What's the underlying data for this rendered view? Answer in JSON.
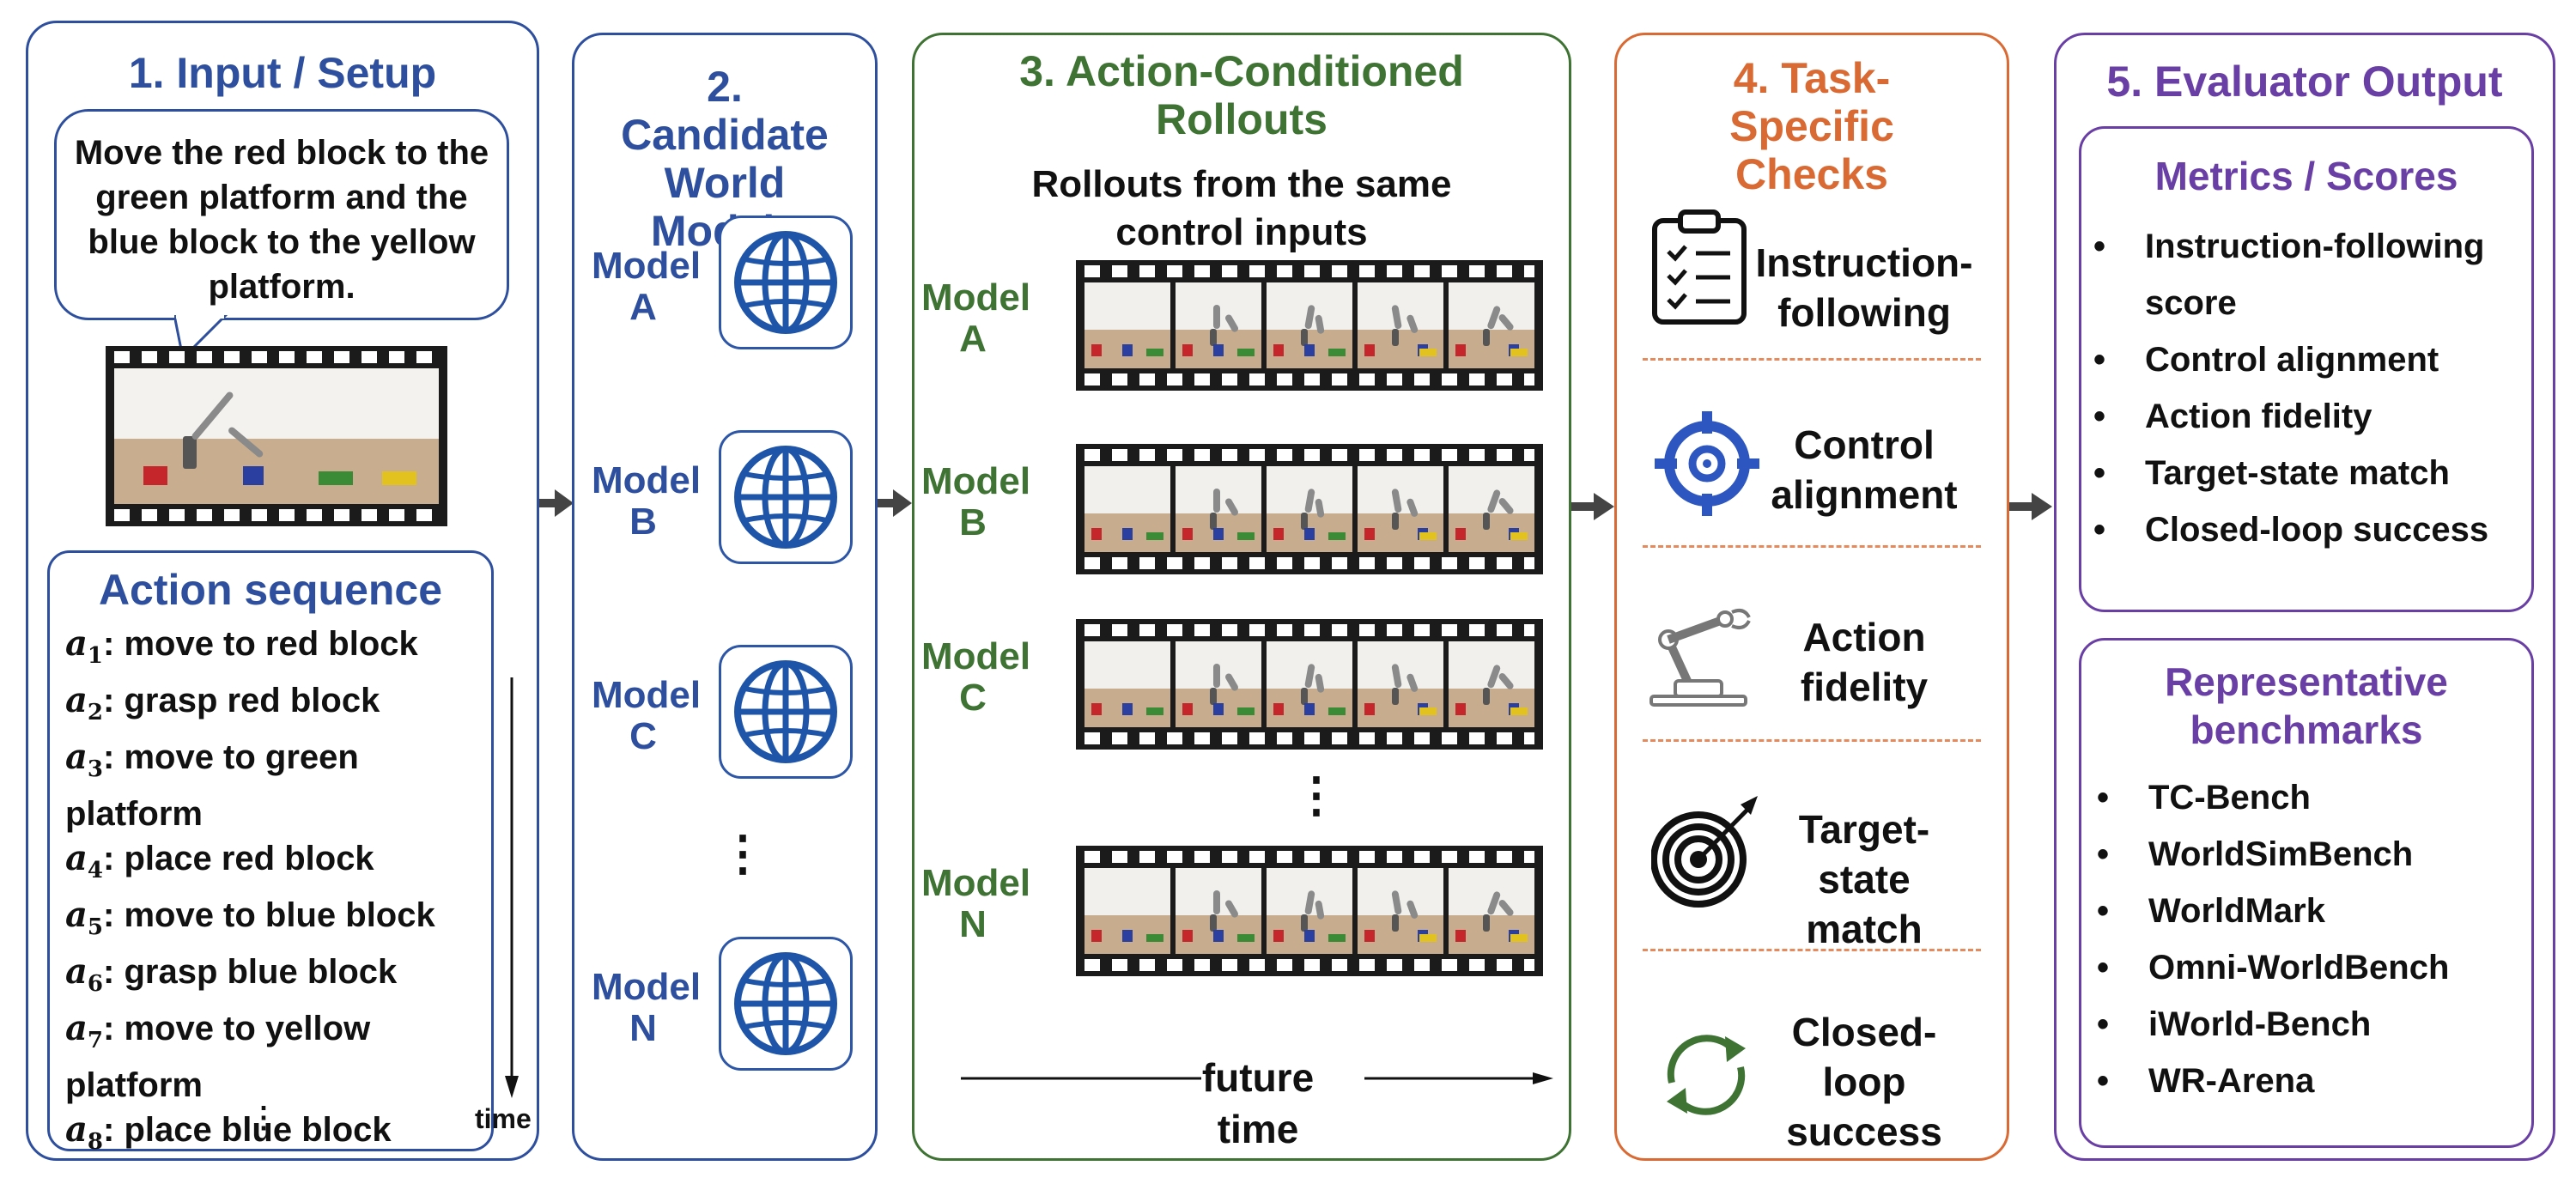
{
  "panels": {
    "p1": {
      "title": "1. Input / Setup",
      "instruction": "Move the red block to the green platform and the blue block to the yellow platform.",
      "action_title": "Action sequence",
      "actions": [
        {
          "sym": "a",
          "sub": "1",
          "text": ": move to red block"
        },
        {
          "sym": "a",
          "sub": "2",
          "text": ": grasp red block"
        },
        {
          "sym": "a",
          "sub": "3",
          "text": ": move to green platform"
        },
        {
          "sym": "a",
          "sub": "4",
          "text": ": place red block"
        },
        {
          "sym": "a",
          "sub": "5",
          "text": ": move to blue block"
        },
        {
          "sym": "a",
          "sub": "6",
          "text": ": grasp blue block"
        },
        {
          "sym": "a",
          "sub": "7",
          "text": ": move to yellow platform"
        },
        {
          "sym": "a",
          "sub": "8",
          "text": ": place blue block"
        }
      ],
      "ellipsis": "⋮",
      "time_label": "time"
    },
    "p2": {
      "title": "2. Candidate World Models",
      "models": [
        {
          "line1": "Model",
          "line2": "A"
        },
        {
          "line1": "Model",
          "line2": "B"
        },
        {
          "line1": "Model",
          "line2": "C"
        },
        {
          "line1": "Model",
          "line2": "N"
        }
      ],
      "ellipsis": "⋮"
    },
    "p3": {
      "title": "3. Action-Conditioned Rollouts",
      "subtitle": "Rollouts from the same control inputs",
      "models": [
        {
          "line1": "Model",
          "line2": "A"
        },
        {
          "line1": "Model",
          "line2": "B"
        },
        {
          "line1": "Model",
          "line2": "C"
        },
        {
          "line1": "Model",
          "line2": "N"
        }
      ],
      "ellipsis": "⋮",
      "future_line1": "future",
      "future_line2": "time"
    },
    "p4": {
      "title": "4. Task-Specific Checks",
      "checks": [
        {
          "label": "Instruction-following",
          "icon": "clipboard-checklist-icon"
        },
        {
          "label": "Control alignment",
          "icon": "target-crosshair-icon"
        },
        {
          "label": "Action fidelity",
          "icon": "robot-arm-icon"
        },
        {
          "label": "Target-state match",
          "icon": "bullseye-dart-icon"
        },
        {
          "label": "Closed-loop success",
          "icon": "cycle-arrows-icon"
        }
      ]
    },
    "p5": {
      "title": "5. Evaluator Output",
      "metrics_title": "Metrics / Scores",
      "metrics": [
        "Instruction-following score",
        "Control alignment",
        "Action fidelity",
        "Target-state match",
        "Closed-loop success"
      ],
      "bench_title": "Representative benchmarks",
      "benchmarks": [
        "TC-Bench",
        "WorldSimBench",
        "WorldMark",
        "Omni-WorldBench",
        "iWorld-Bench",
        "WR-Arena"
      ]
    }
  },
  "colors": {
    "blue": "#2d4f9e",
    "green": "#3e7334",
    "orange": "#d96a33",
    "purple": "#6a3fa5",
    "gray_border": "#8e8e8e"
  }
}
